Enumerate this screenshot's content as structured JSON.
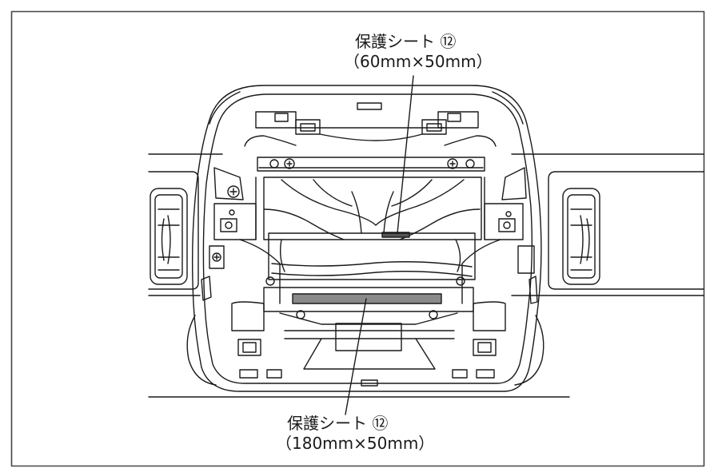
{
  "callouts": {
    "top": {
      "name": "保護シート ⑫",
      "size": "（60mm×50mm）"
    },
    "bottom": {
      "name": "保護シート ⑫",
      "size": "（180mm×50mm）"
    }
  },
  "colors": {
    "line": "#1a1a1a",
    "sheet": "#777777",
    "border": "#444444"
  }
}
